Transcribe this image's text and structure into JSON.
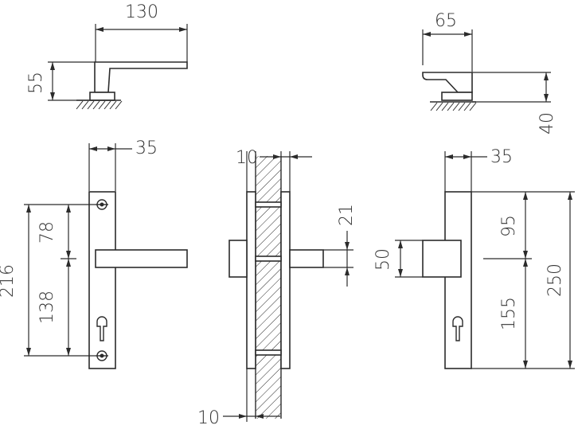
{
  "dimensions": {
    "top_left": {
      "width": "130",
      "height": "55"
    },
    "top_right": {
      "width": "65",
      "height": "40"
    },
    "front_left": {
      "width": "35",
      "total": "216",
      "upper": "78",
      "lower": "138"
    },
    "side_middle": {
      "top_thickness": "10",
      "bottom_thickness": "10",
      "spindle": "21"
    },
    "front_right": {
      "width": "35",
      "block": "50",
      "upper": "95",
      "lower": "155",
      "total": "250"
    }
  },
  "colors": {
    "line": "#2b2b2b",
    "text": "#333333",
    "background": "#ffffff"
  }
}
